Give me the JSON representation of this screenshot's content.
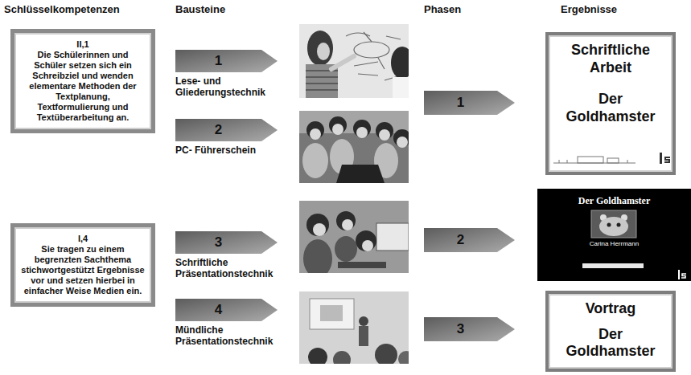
{
  "diagram": {
    "nodes": [
      {
        "text": [
          "II,1",
          "Die Schülerinnen und Schüler setzen sich ein Schreibziel und wenden elementare Methoden der Textplanung, Textformulierung und Textüberarbeitung an."
        ]
      },
      {
        "text": [
          "I,4",
          "Sie tragen zu einem begrenzten Sachthema stichwortgestützt Ergebnisse vor und setzen hierbei in einfacher Weise Medien ein."
        ]
      },
      {
        "text": [
          "1",
          "Lese- und Gliederungstechnik"
        ]
      },
      {
        "text": [
          "2",
          "PC- Führerschein"
        ]
      },
      {
        "text": [
          "3",
          "Schriftliche Präsentationstechnik"
        ]
      },
      {
        "text": [
          "4",
          "Mündliche Präsentationstechnik"
        ]
      },
      {
        "text": [
          "1"
        ]
      },
      {
        "text": [
          "2"
        ]
      },
      {
        "text": [
          "3"
        ]
      },
      {
        "text": [
          "Schriftliche Arbeit",
          "Der Goldhamster"
        ]
      },
      {
        "text": [
          "Der Goldhamster",
          "Carina Herrmann"
        ]
      },
      {
        "text": [
          "Vortrag",
          "Der Goldhamster"
        ]
      }
    ],
    "labels": [
      "Schlüsselkompetenzen",
      "Bausteine",
      "Phasen",
      "Ergebnisse"
    ]
  }
}
